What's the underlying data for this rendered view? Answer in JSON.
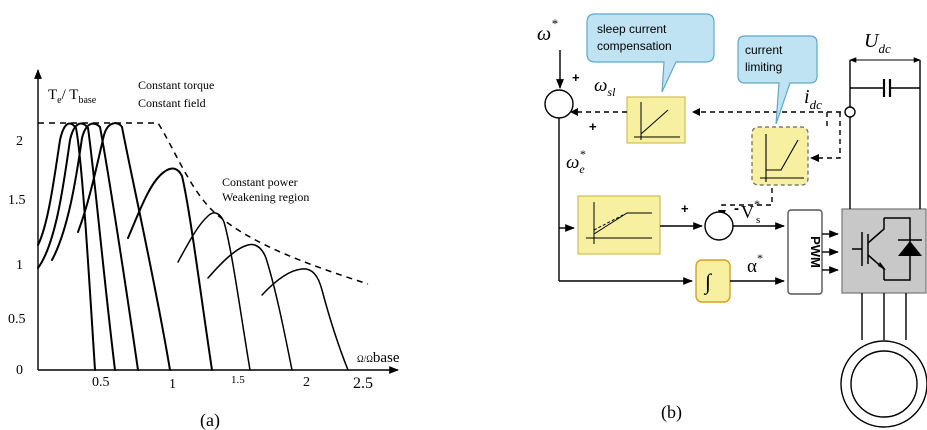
{
  "figure_a": {
    "caption": "(a)",
    "y_axis_label": {
      "main": "T",
      "sub1": "e",
      "mid": "/ T",
      "sub2": "base"
    },
    "x_axis_label": {
      "small": "Ω/Ω",
      "main": "base"
    },
    "y_ticks": [
      "0",
      "0.5",
      "1",
      "1.5",
      "2"
    ],
    "x_ticks": [
      "0.5",
      "1",
      "1.5",
      "2",
      "2.5"
    ],
    "region_constant_torque": [
      "Constant torque",
      "Constant field"
    ],
    "region_constant_power": [
      "Constant power",
      "Weakening region"
    ]
  },
  "figure_b": {
    "caption": "(b)",
    "omega_ref": "ω",
    "omega_ref_sup": "*",
    "omega_sl": "ω",
    "omega_sl_sub": "sl",
    "omega_e": "ω",
    "omega_e_sub": "e",
    "omega_e_sup": "*",
    "i_dc": "i",
    "i_dc_sub": "dc",
    "u_dc": "U",
    "u_dc_sub": "dc",
    "v_s": "V",
    "v_s_sup": "*",
    "v_s_sub": "s",
    "alpha": "α",
    "alpha_sup": "*",
    "plus_signs": [
      "+",
      "+",
      "+"
    ],
    "minus_sign": "-",
    "integrator_symbol": "∫",
    "pwm_label": "PWM",
    "callout_slip": [
      "sleep current",
      "compensation"
    ],
    "callout_limit": [
      "current",
      "limiting"
    ]
  },
  "colors": {
    "block_fill": "#f6f0a0",
    "block_stroke": "#c8b23a",
    "callout_fill": "#bfe3f2",
    "callout_stroke": "#5fa9c8",
    "inverter_fill": "#c8c8c8"
  }
}
